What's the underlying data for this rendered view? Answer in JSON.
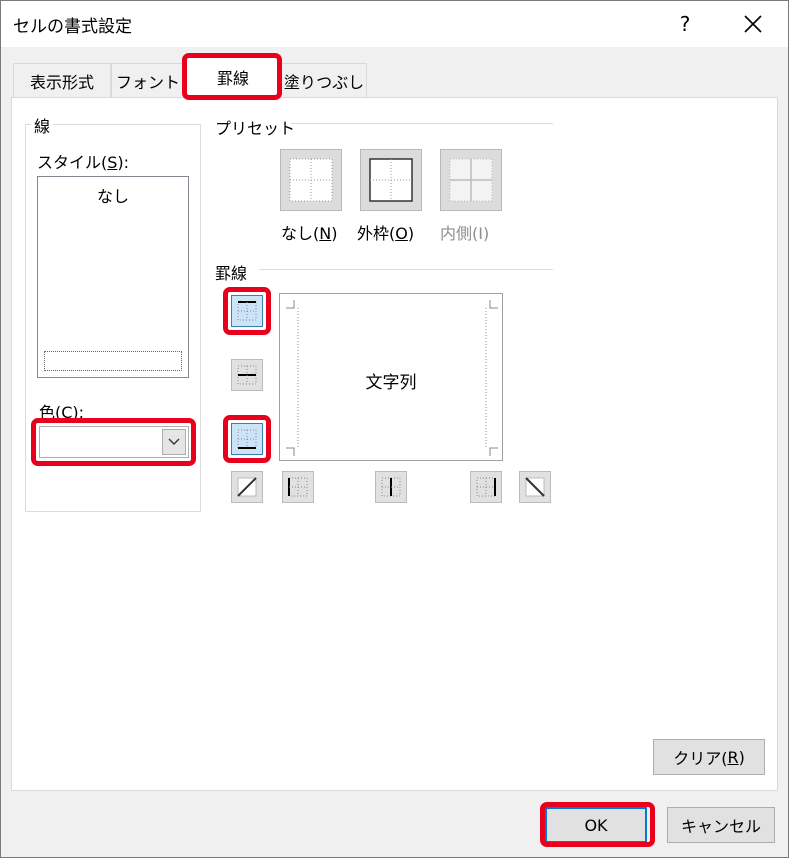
{
  "window": {
    "title": "セルの書式設定",
    "help_label": "?",
    "close_label": "✕"
  },
  "tabs": [
    {
      "label": "表示形式",
      "active": false
    },
    {
      "label": "フォント",
      "active": false
    },
    {
      "label": "罫線",
      "active": true
    },
    {
      "label": "塗りつぶし",
      "active": false
    }
  ],
  "line_group": {
    "title": "線",
    "style_label": "スタイル(S):",
    "style_items": [
      "なし"
    ],
    "color_label": "色(C):",
    "color_value": ""
  },
  "presets": {
    "title": "プリセット",
    "items": [
      {
        "label": "なし(N)",
        "icon": "preset-none-icon",
        "disabled": false
      },
      {
        "label": "外枠(O)",
        "icon": "preset-outline-icon",
        "disabled": false
      },
      {
        "label": "内側(I)",
        "icon": "preset-inside-icon",
        "disabled": true
      }
    ]
  },
  "borders": {
    "title": "罫線",
    "preview_text": "文字列",
    "buttons": [
      {
        "name": "border-top-button",
        "pressed": true
      },
      {
        "name": "border-middle-horizontal-button",
        "pressed": false
      },
      {
        "name": "border-bottom-button",
        "pressed": true
      },
      {
        "name": "border-diagonal-up-button",
        "pressed": false
      },
      {
        "name": "border-left-button",
        "pressed": false
      },
      {
        "name": "border-middle-vertical-button",
        "pressed": false
      },
      {
        "name": "border-right-button",
        "pressed": false
      },
      {
        "name": "border-diagonal-down-button",
        "pressed": false
      }
    ]
  },
  "buttons": {
    "clear": "クリア(R)",
    "ok": "OK",
    "cancel": "キャンセル"
  },
  "colors": {
    "highlight": "#e8001c",
    "dialog_bg": "#f0f0f0",
    "pressed_bg": "#cce4f7"
  }
}
